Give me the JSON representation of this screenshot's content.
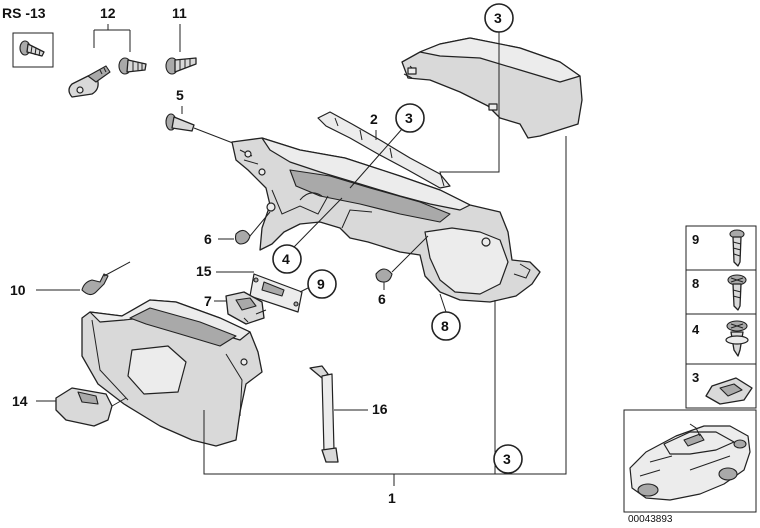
{
  "diagram": {
    "reference_number": "00043893",
    "labels": {
      "rs13": "RS -13",
      "p12": "12",
      "p11": "11",
      "p5": "5",
      "p2": "2",
      "p3_top": "3",
      "p3_mid": "3",
      "p3_right": "3",
      "p6_left": "6",
      "p6_right": "6",
      "p4": "4",
      "p15": "15",
      "p9": "9",
      "p7": "7",
      "p10": "10",
      "p8": "8",
      "p14": "14",
      "p16": "16",
      "p1": "1"
    },
    "legend": [
      {
        "label": "9"
      },
      {
        "label": "8"
      },
      {
        "label": "4"
      },
      {
        "label": "3"
      }
    ]
  }
}
